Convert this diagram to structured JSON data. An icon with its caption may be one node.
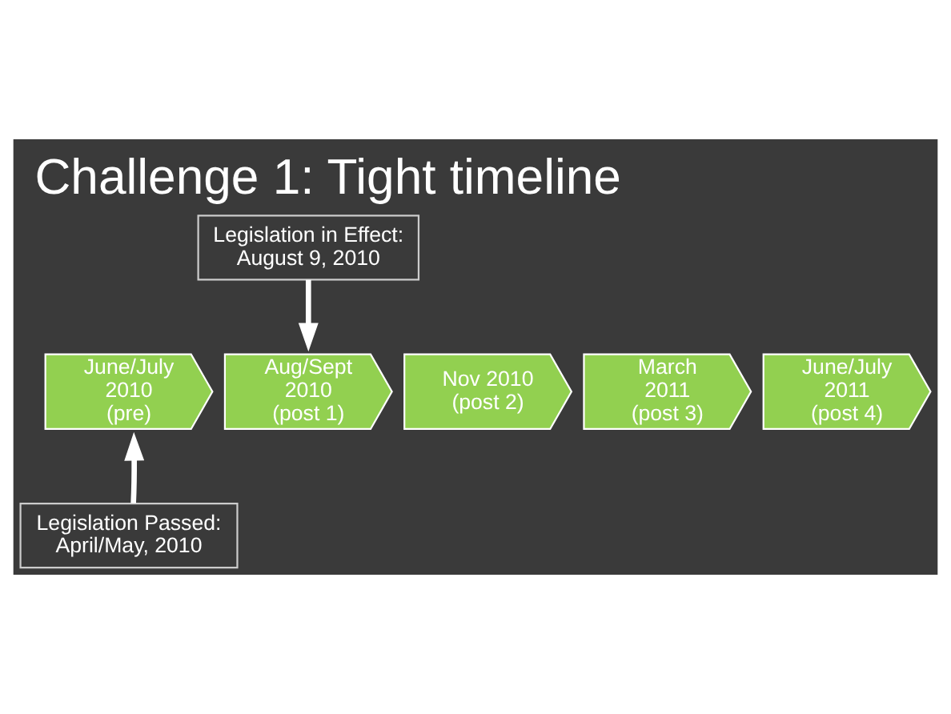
{
  "diagram": {
    "title": "Challenge 1: Tight timeline",
    "nodes": [
      {
        "text": [
          "Legislation in Effect: August 9, 2010"
        ]
      },
      {
        "text": [
          "Legislation Passed: April/May, 2010"
        ]
      },
      {
        "text": [
          "June/July 2010 (pre)"
        ]
      },
      {
        "text": [
          "Aug/Sept 2010 (post 1)"
        ]
      },
      {
        "text": [
          "Nov 2010 (post 2)"
        ]
      },
      {
        "text": [
          "March 2011 (post 3)"
        ]
      },
      {
        "text": [
          "June/July 2011 (post 4)"
        ]
      }
    ],
    "edges": [
      {
        "from": 0,
        "to": 3,
        "arrow": "to"
      },
      {
        "from": 1,
        "to": 2,
        "arrow": "to"
      }
    ]
  }
}
